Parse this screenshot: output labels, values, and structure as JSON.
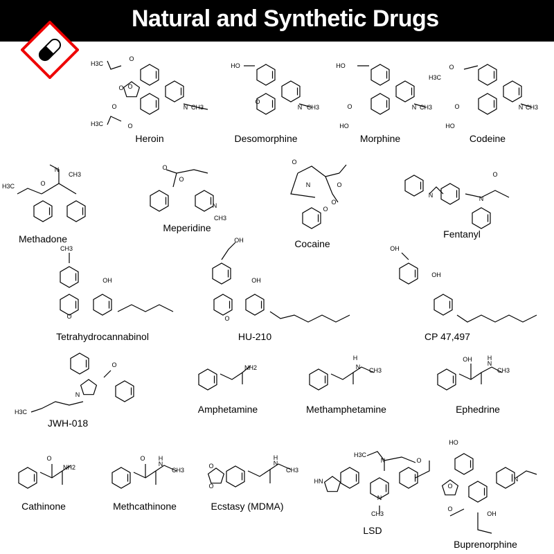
{
  "title": "Natural and Synthetic Drugs",
  "logo_icon": "pill-hazard-icon",
  "molecules": [
    {
      "name": "Heroin",
      "atoms": [
        "H3C",
        "O",
        "O",
        "O",
        "O",
        "N",
        "CH3",
        "H3C",
        "O"
      ]
    },
    {
      "name": "Desomorphine",
      "atoms": [
        "HO",
        "O",
        "N",
        "CH3"
      ]
    },
    {
      "name": "Morphine",
      "atoms": [
        "HO",
        "O",
        "HO",
        "N",
        "CH3"
      ]
    },
    {
      "name": "Codeine",
      "atoms": [
        "H3C",
        "O",
        "O",
        "HO",
        "N",
        "CH3"
      ]
    },
    {
      "name": "Methadone",
      "atoms": [
        "N",
        "CH3",
        "H3C",
        "O"
      ]
    },
    {
      "name": "Meperidine",
      "atoms": [
        "O",
        "O",
        "N",
        "CH3"
      ]
    },
    {
      "name": "Cocaine",
      "atoms": [
        "O",
        "O",
        "N",
        "O",
        "O"
      ]
    },
    {
      "name": "Fentanyl",
      "atoms": [
        "N",
        "N",
        "O"
      ]
    },
    {
      "name": "Tetrahydrocannabinol",
      "atoms": [
        "CH3",
        "OH",
        "O"
      ]
    },
    {
      "name": "HU-210",
      "atoms": [
        "OH",
        "OH",
        "O"
      ]
    },
    {
      "name": "CP 47,497",
      "atoms": [
        "OH",
        "OH"
      ]
    },
    {
      "name": "JWH-018",
      "atoms": [
        "N",
        "O",
        "H3C"
      ]
    },
    {
      "name": "Amphetamine",
      "atoms": [
        "NH2"
      ]
    },
    {
      "name": "Methamphetamine",
      "atoms": [
        "N",
        "CH3",
        "H"
      ]
    },
    {
      "name": "Ephedrine",
      "atoms": [
        "OH",
        "N",
        "CH3",
        "H"
      ]
    },
    {
      "name": "Cathinone",
      "atoms": [
        "O",
        "NH2"
      ]
    },
    {
      "name": "Methcathinone",
      "atoms": [
        "O",
        "N",
        "CH3",
        "H"
      ]
    },
    {
      "name": "Ecstasy (MDMA)",
      "atoms": [
        "O",
        "O",
        "N",
        "CH3",
        "H"
      ]
    },
    {
      "name": "LSD",
      "atoms": [
        "H3C",
        "N",
        "O",
        "HN",
        "N",
        "CH3"
      ]
    },
    {
      "name": "Buprenorphine",
      "atoms": [
        "HO",
        "O",
        "N",
        "O",
        "OH"
      ]
    }
  ]
}
